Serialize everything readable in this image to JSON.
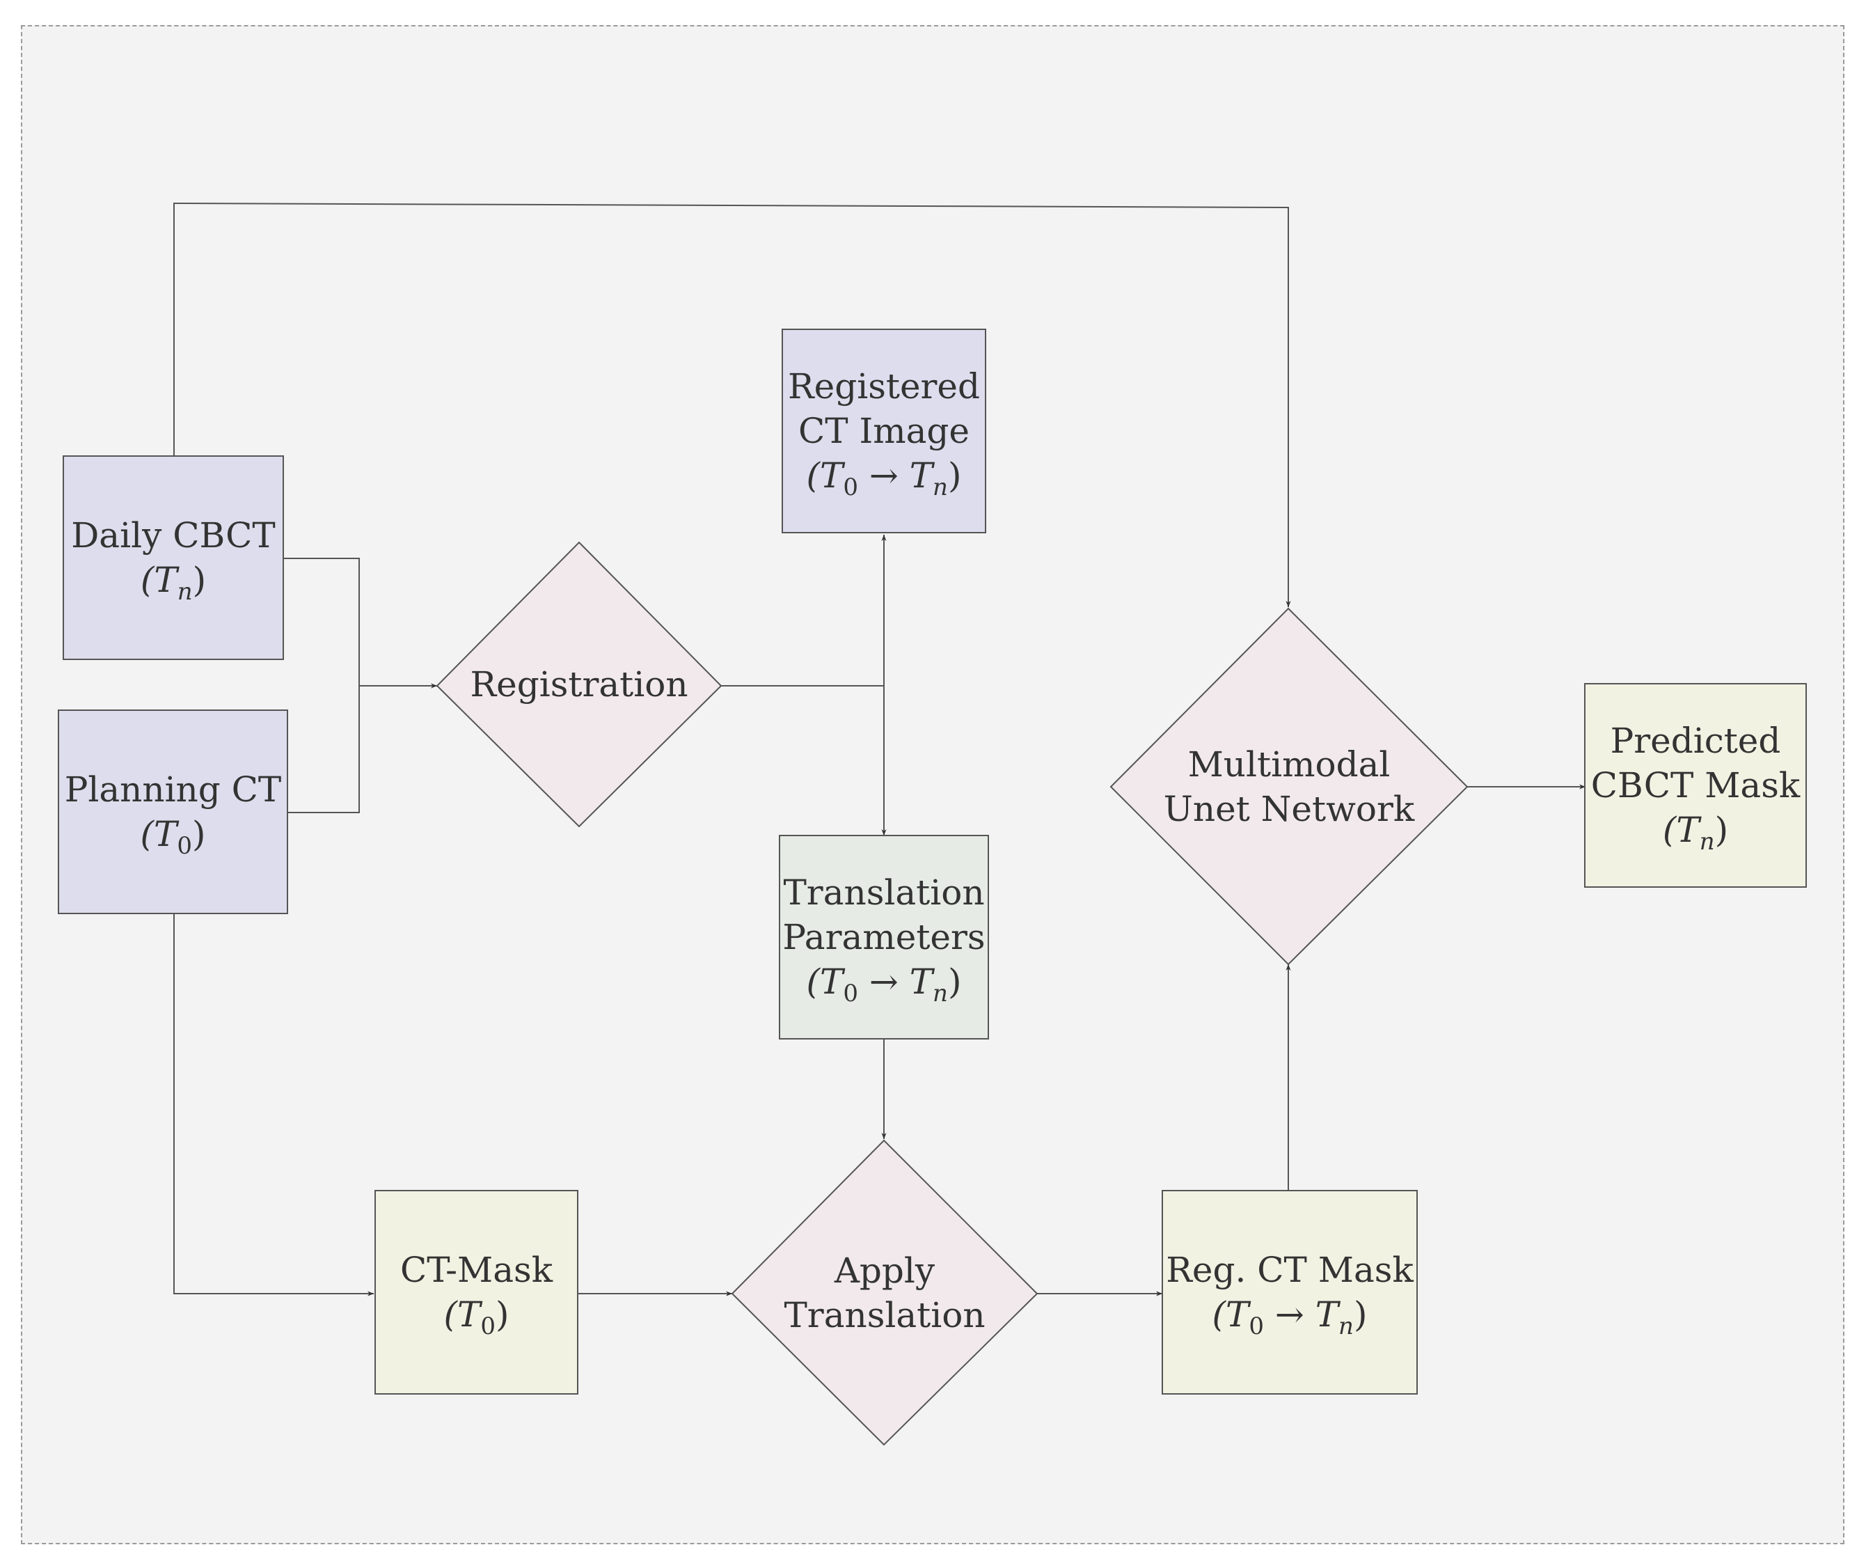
{
  "colors": {
    "input": "#dedded",
    "process": "#f1e9eb",
    "params": "#e6ebe6",
    "mask": "#f2f2e3",
    "stroke": "#555555",
    "background": "#f3f3f3"
  },
  "nodes": {
    "daily_cbct": {
      "line1": "Daily CBCT",
      "line2": "(T",
      "sub": "n",
      "close": ")"
    },
    "planning_ct": {
      "line1": "Planning CT",
      "line2": "(T",
      "sub": "0",
      "close": ")"
    },
    "registration": {
      "line1": "Registration"
    },
    "registered_ct": {
      "line1": "Registered",
      "line2": "CT Image",
      "line3": "(T",
      "sub_a": "0",
      "arrow": " → T",
      "sub_b": "n",
      "close": ")"
    },
    "translation_params": {
      "line1": "Translation",
      "line2": "Parameters",
      "line3": "(T",
      "sub_a": "0",
      "arrow": " → T",
      "sub_b": "n",
      "close": ")"
    },
    "ct_mask": {
      "line1": "CT-Mask",
      "line2": "(T",
      "sub": "0",
      "close": ")"
    },
    "apply_translation": {
      "line1": "Apply",
      "line2": "Translation"
    },
    "reg_ct_mask": {
      "line1": "Reg. CT Mask",
      "line2": "(T",
      "sub_a": "0",
      "arrow": " → T",
      "sub_b": "n",
      "close": ")"
    },
    "unet": {
      "line1": "Multimodal",
      "line2": "Unet Network"
    },
    "predicted_mask": {
      "line1": "Predicted",
      "line2": "CBCT Mask",
      "line3": "(T",
      "sub": "n",
      "close": ")"
    }
  }
}
